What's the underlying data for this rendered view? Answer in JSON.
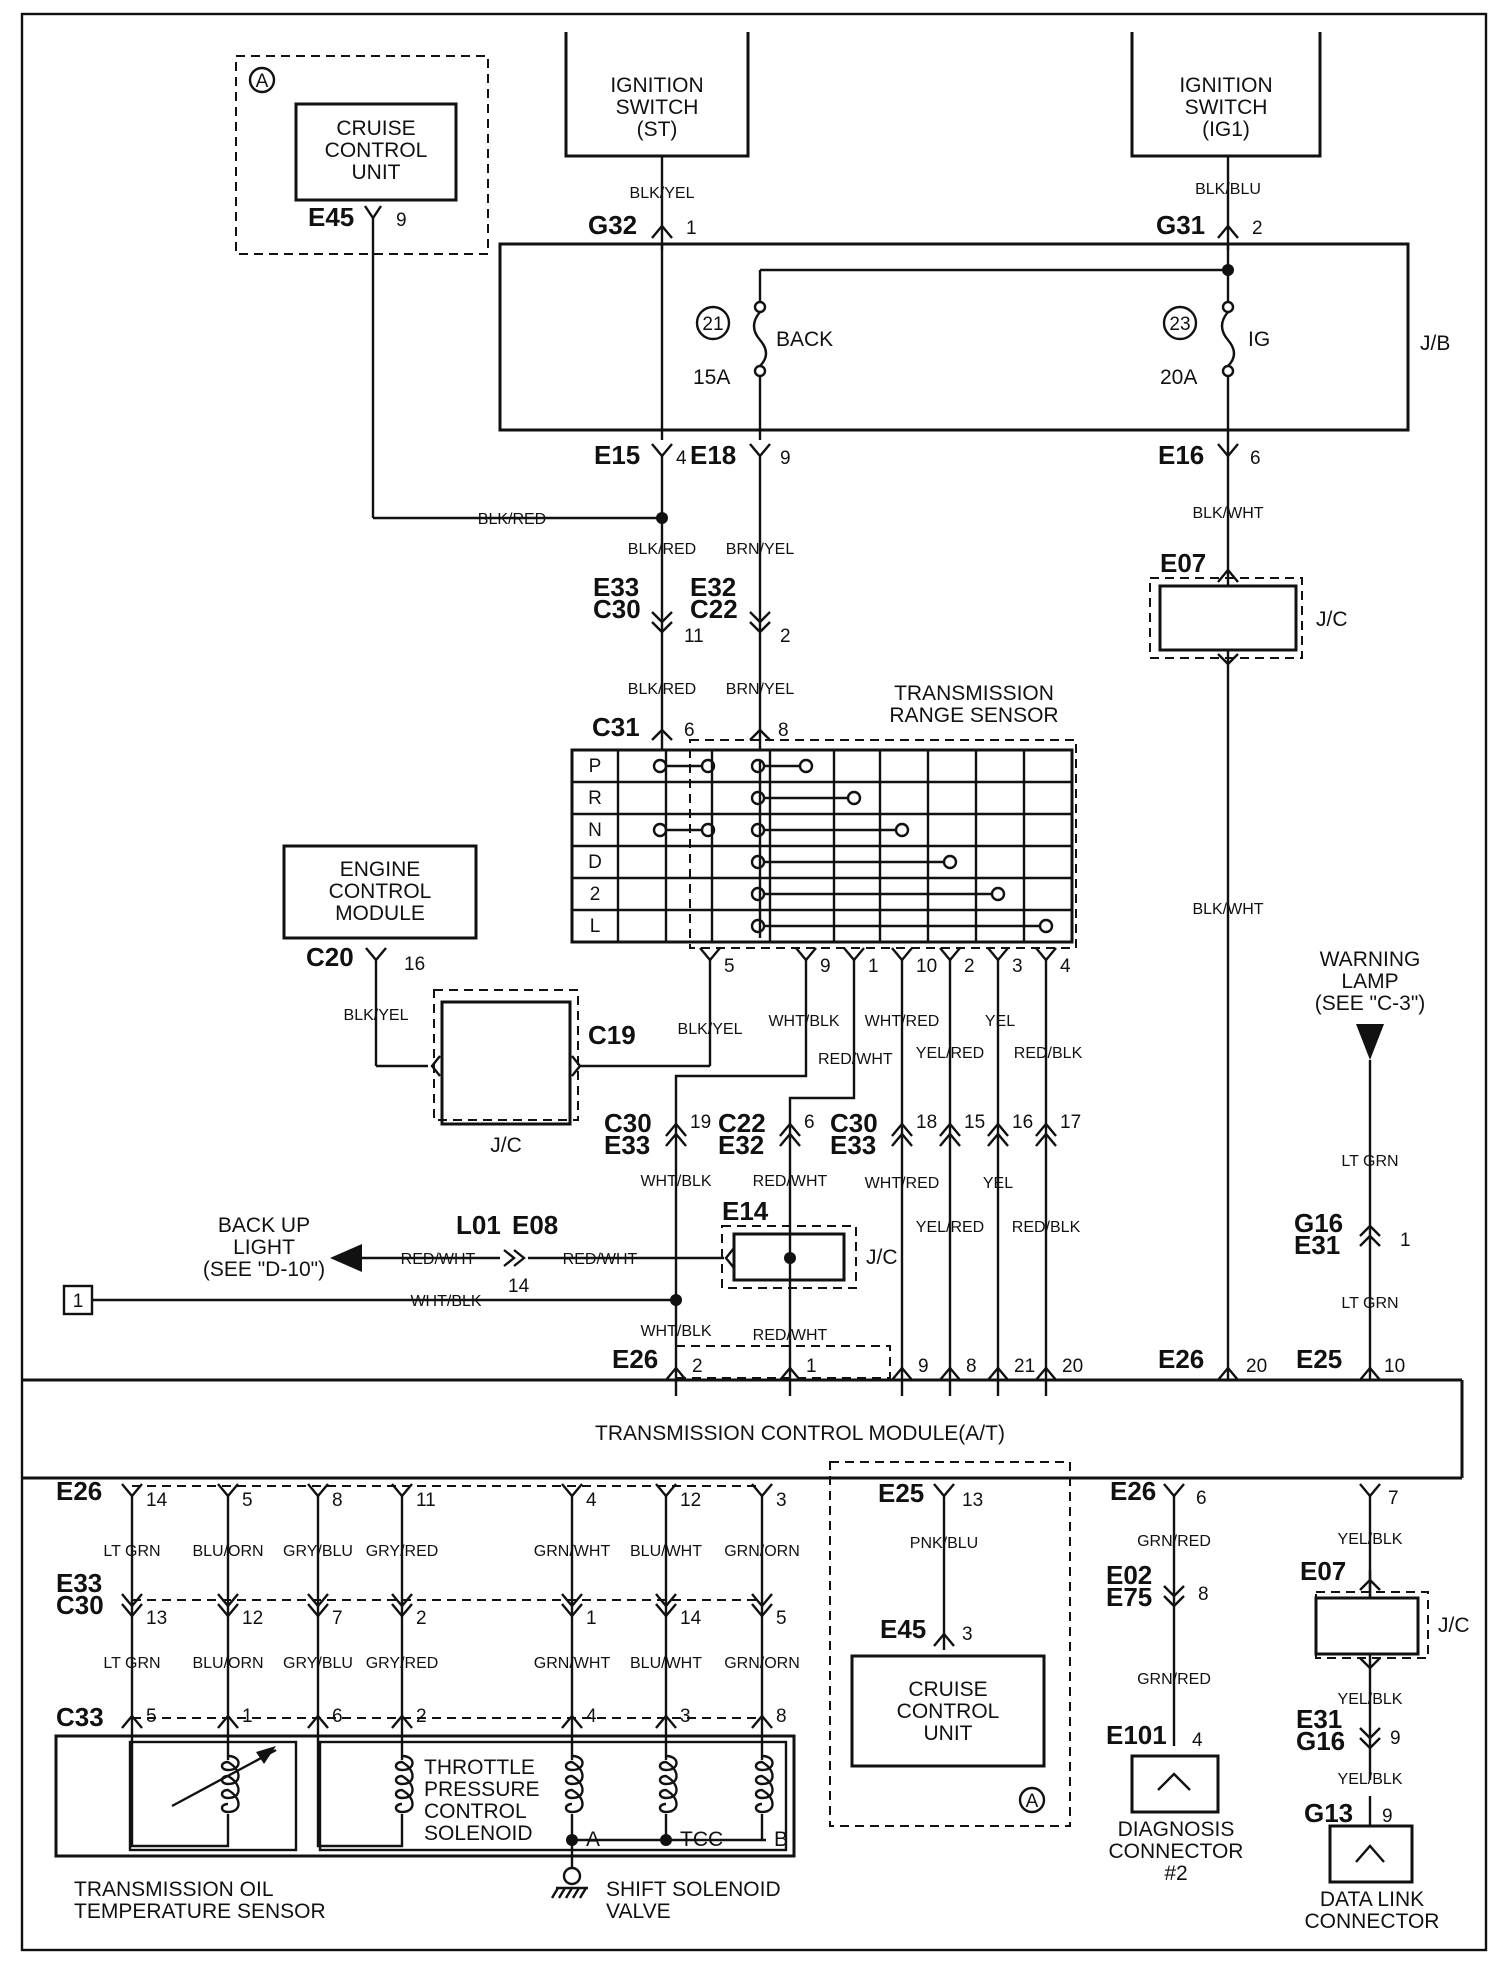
{
  "boxes": {
    "ign_st": [
      "IGNITION",
      "SWITCH",
      "(ST)"
    ],
    "ign_ig1": [
      "IGNITION",
      "SWITCH",
      "(IG1)"
    ],
    "cruise_top": [
      "CRUISE",
      "CONTROL",
      "UNIT"
    ],
    "cruise_bottom": [
      "CRUISE",
      "CONTROL",
      "UNIT"
    ],
    "ecm": [
      "ENGINE",
      "CONTROL",
      "MODULE"
    ],
    "trs": [
      "TRANSMISSION",
      "RANGE SENSOR"
    ],
    "tcm": "TRANSMISSION CONTROL MODULE(A/T)",
    "warning": [
      "WARNING",
      "LAMP",
      "(SEE \"C-3\")"
    ],
    "backup": [
      "BACK UP",
      "LIGHT",
      "(SEE \"D-10\")"
    ],
    "diag": [
      "DIAGNOSIS",
      "CONNECTOR",
      "#2"
    ],
    "dlc": [
      "DATA LINK",
      "CONNECTOR"
    ],
    "toil": [
      "TRANSMISSION OIL",
      "TEMPERATURE SENSOR"
    ],
    "tpcs": [
      "THROTTLE",
      "PRESSURE",
      "CONTROL",
      "SOLENOID"
    ],
    "ssv": [
      "SHIFT SOLENOID",
      "VALVE"
    ],
    "jb": "J/B",
    "jc": "J/C",
    "circle_a": "A",
    "square_1": "1"
  },
  "fuses": {
    "back": {
      "num": "21",
      "name": "BACK",
      "amp": "15A"
    },
    "ig": {
      "num": "23",
      "name": "IG",
      "amp": "20A"
    }
  },
  "gears": [
    "P",
    "R",
    "N",
    "D",
    "2",
    "L"
  ],
  "solenoid_labels": {
    "a": "A",
    "tcc": "TCC",
    "b": "B"
  },
  "connectors": {
    "G32": "G32",
    "G31": "G31",
    "E45": "E45",
    "E15": "E15",
    "E18": "E18",
    "E16": "E16",
    "E33": "E33",
    "C30": "C30",
    "E32": "E32",
    "C22": "C22",
    "E07": "E07",
    "C31": "C31",
    "C20": "C20",
    "C19": "C19",
    "L01": "L01",
    "E08": "E08",
    "E14": "E14",
    "G16": "G16",
    "E31": "E31",
    "E26": "E26",
    "E25": "E25",
    "C33": "C33",
    "E02": "E02",
    "E75": "E75",
    "E101": "E101",
    "G13": "G13"
  },
  "wires": {
    "blk_yel": "BLK/YEL",
    "blk_blu": "BLK/BLU",
    "blk_red": "BLK/RED",
    "brn_yel": "BRN/YEL",
    "blk_wht": "BLK/WHT",
    "wht_blk": "WHT/BLK",
    "wht_red": "WHT/RED",
    "yel": "YEL",
    "red_wht": "RED/WHT",
    "yel_red": "YEL/RED",
    "red_blk": "RED/BLK",
    "lt_grn": "LT GRN",
    "blu_orn": "BLU/ORN",
    "gry_blu": "GRY/BLU",
    "gry_red": "GRY/RED",
    "grn_wht": "GRN/WHT",
    "blu_wht": "BLU/WHT",
    "grn_orn": "GRN/ORN",
    "pnk_blu": "PNK/BLU",
    "grn_red": "GRN/RED",
    "yel_blk": "YEL/BLK"
  }
}
